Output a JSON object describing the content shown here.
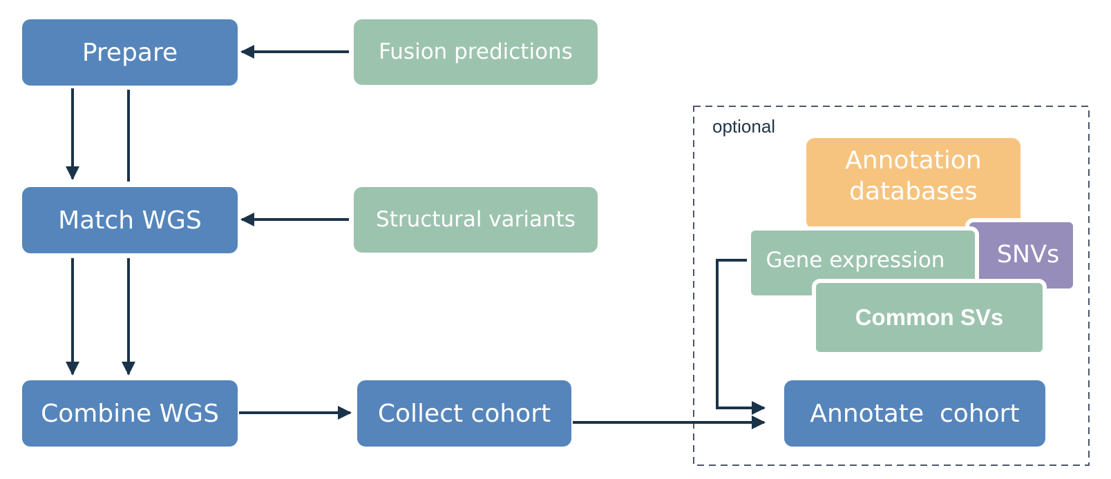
{
  "colors": {
    "process_box": "#5585bb",
    "input_box": "#9cc3ae",
    "database_box": "#f6c47f",
    "snv_box": "#968dbb",
    "arrow": "#1b3349",
    "dashed_border": "#4a5468"
  },
  "nodes": {
    "prepare": "Prepare",
    "match_wgs": "Match WGS",
    "combine_wgs": "Combine WGS",
    "collect_cohort": "Collect cohort",
    "annotate_cohort": "Annotate  cohort",
    "fusion_predictions": "Fusion predictions",
    "structural_variants": "Structural variants",
    "annotation_databases": "Annotation databases",
    "snvs": "SNVs",
    "gene_expression": "Gene expression",
    "common_svs": "Common SVs"
  },
  "optional_group": {
    "label": "optional"
  }
}
